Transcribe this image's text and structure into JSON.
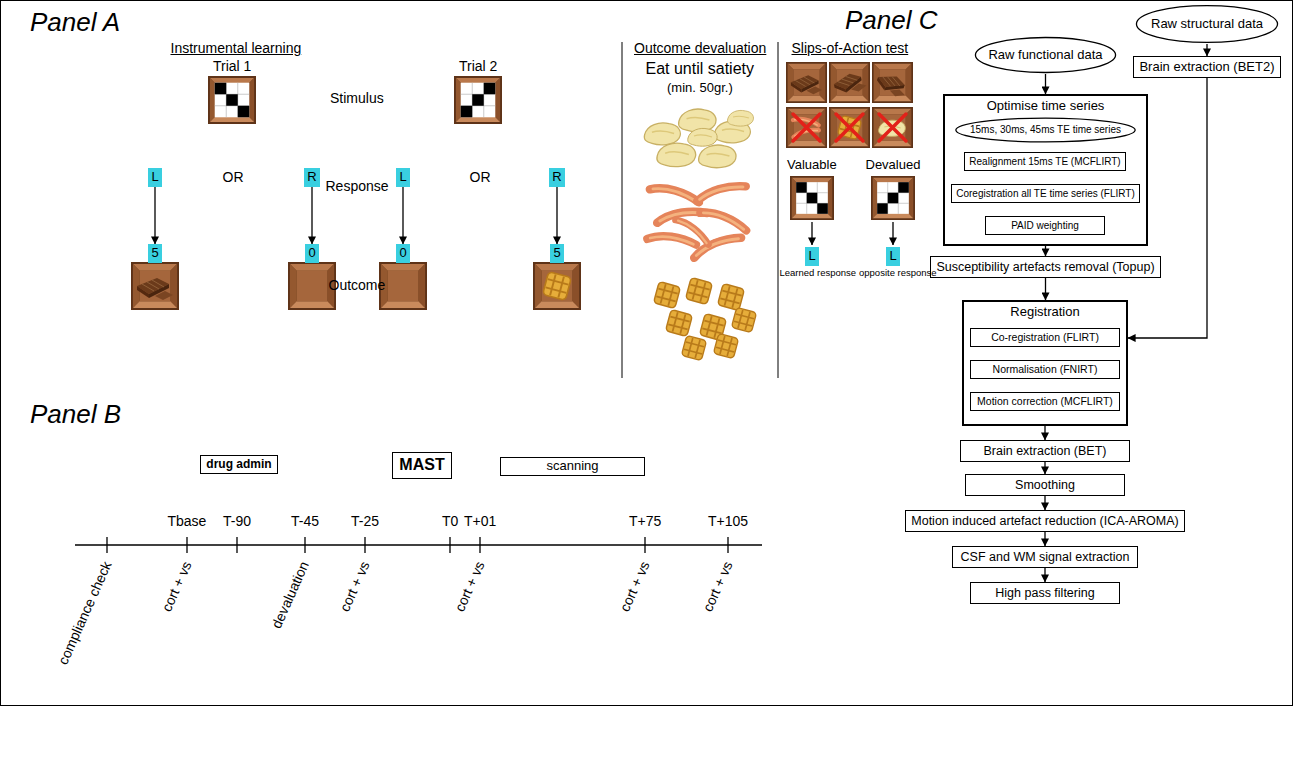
{
  "diagram": {
    "nodes": [
      {
        "text": [
          "L"
        ]
      },
      {
        "text": [
          "R"
        ]
      },
      {
        "text": [
          "L"
        ]
      },
      {
        "text": [
          "R"
        ]
      },
      {
        "text": [
          "5"
        ]
      },
      {
        "text": [
          "0"
        ]
      },
      {
        "text": [
          "0"
        ]
      },
      {
        "text": [
          "5"
        ]
      },
      {
        "text": [
          "L"
        ]
      },
      {
        "text": [
          "L"
        ]
      },
      {
        "text": [
          "drug admin"
        ]
      },
      {
        "text": [
          "MAST"
        ]
      },
      {
        "text": [
          "scanning"
        ]
      },
      {
        "text": [
          "Raw structural data"
        ]
      },
      {
        "text": [
          "Raw functional data"
        ]
      },
      {
        "text": [
          "Brain extraction (BET2)"
        ]
      },
      {
        "text": [
          "Optimise time series"
        ]
      },
      {
        "text": [
          "15ms, 30ms, 45ms TE time series"
        ],
        "in": 16
      },
      {
        "text": [
          "Realignment 15ms TE (MCFLIRT)"
        ],
        "in": 16
      },
      {
        "text": [
          "Coregistration all TE time series (FLIRT)"
        ],
        "in": 16
      },
      {
        "text": [
          "PAID weighting"
        ],
        "in": 16
      },
      {
        "text": [
          "Susceptibility artefacts removal (Topup)"
        ]
      },
      {
        "text": [
          "Registration"
        ]
      },
      {
        "text": [
          "Co-registration (FLIRT)"
        ],
        "in": 22
      },
      {
        "text": [
          "Normalisation (FNIRT)"
        ],
        "in": 22
      },
      {
        "text": [
          "Motion correction (MCFLIRT)"
        ],
        "in": 22
      },
      {
        "text": [
          "Brain extraction (BET)"
        ]
      },
      {
        "text": [
          "Smoothing"
        ]
      },
      {
        "text": [
          "Motion induced artefact reduction (ICA-AROMA)"
        ]
      },
      {
        "text": [
          "CSF and WM signal extraction"
        ]
      },
      {
        "text": [
          "High pass filtering"
        ]
      }
    ],
    "edges": [
      {
        "from": 0,
        "to": 4,
        "arrow": "to"
      },
      {
        "from": 1,
        "to": 5,
        "arrow": "to"
      },
      {
        "from": 2,
        "to": 6,
        "arrow": "to"
      },
      {
        "from": 3,
        "to": 7,
        "arrow": "to"
      },
      {
        "from": 13,
        "to": 15,
        "arrow": "to"
      },
      {
        "from": 14,
        "to": 16,
        "arrow": "to"
      },
      {
        "from": 17,
        "to": 18,
        "arrow": "to"
      },
      {
        "from": 18,
        "to": 19,
        "arrow": "to"
      },
      {
        "from": 19,
        "to": 20,
        "arrow": "to"
      },
      {
        "from": 16,
        "to": 21,
        "arrow": "to"
      },
      {
        "from": 21,
        "to": 22,
        "arrow": "to"
      },
      {
        "from": 15,
        "to": 22,
        "arrow": "to"
      },
      {
        "from": 23,
        "to": 24,
        "arrow": "to"
      },
      {
        "from": 24,
        "to": 25,
        "arrow": "to"
      },
      {
        "from": 22,
        "to": 26,
        "arrow": "to"
      },
      {
        "from": 26,
        "to": 27,
        "arrow": "to"
      },
      {
        "from": 27,
        "to": 28,
        "arrow": "to"
      },
      {
        "from": 28,
        "to": 29,
        "arrow": "to"
      },
      {
        "from": 29,
        "to": 30,
        "arrow": "to"
      }
    ],
    "labels": [
      "Panel A",
      "Instrumental learning",
      "Trial 1",
      "Stimulus",
      "Trial 2",
      "OR",
      "Response",
      "OR",
      "Outcome",
      "Outcome devaluation",
      "Eat until satiety",
      "(min. 50gr.)",
      "Slips-of-Action test",
      "Valuable",
      "Devalued",
      "Learned response",
      "opposite response",
      "Panel B",
      "Tbase",
      "T-90",
      "T-45",
      "T-25",
      "T0",
      "T+01",
      "T+75",
      "T+105",
      "compliance check",
      "cort + vs",
      "devaluation",
      "cort + vs",
      "cort + vs",
      "cort + vs",
      "cort + vs",
      "Panel C"
    ]
  }
}
